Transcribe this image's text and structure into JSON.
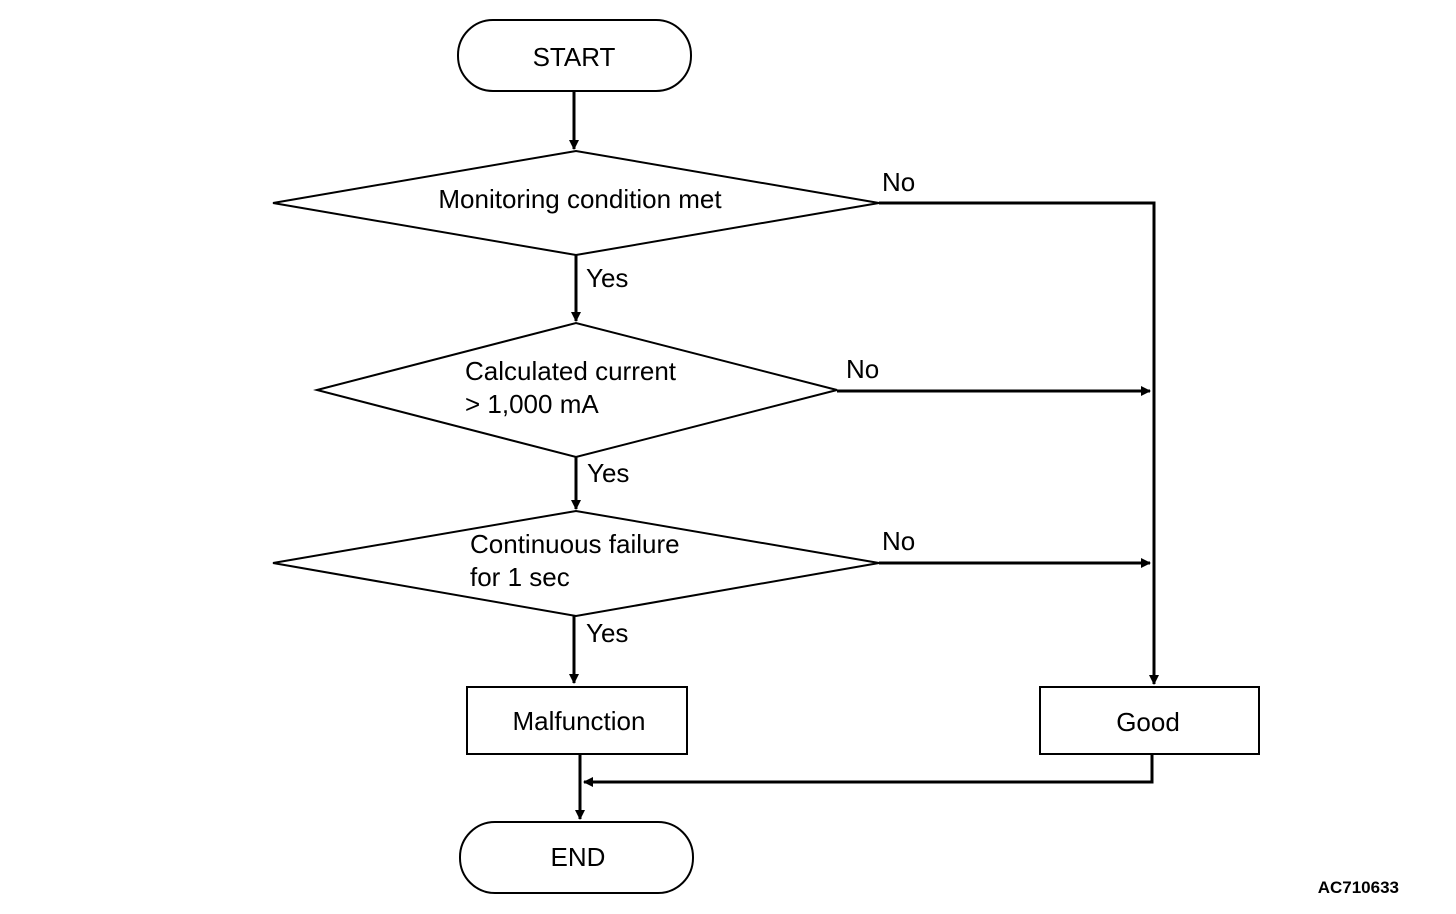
{
  "nodes": {
    "start": "START",
    "decision_monitoring": "Monitoring condition met",
    "decision_current_line1": "Calculated current",
    "decision_current_line2": "> 1,000 mA",
    "decision_failure_line1": "Continuous failure",
    "decision_failure_line2": "for 1 sec",
    "malfunction": "Malfunction",
    "good": "Good",
    "end": "END"
  },
  "edges": {
    "yes1": "Yes",
    "yes2": "Yes",
    "yes3": "Yes",
    "no1": "No",
    "no2": "No",
    "no3": "No"
  },
  "figure_code": "AC710633"
}
